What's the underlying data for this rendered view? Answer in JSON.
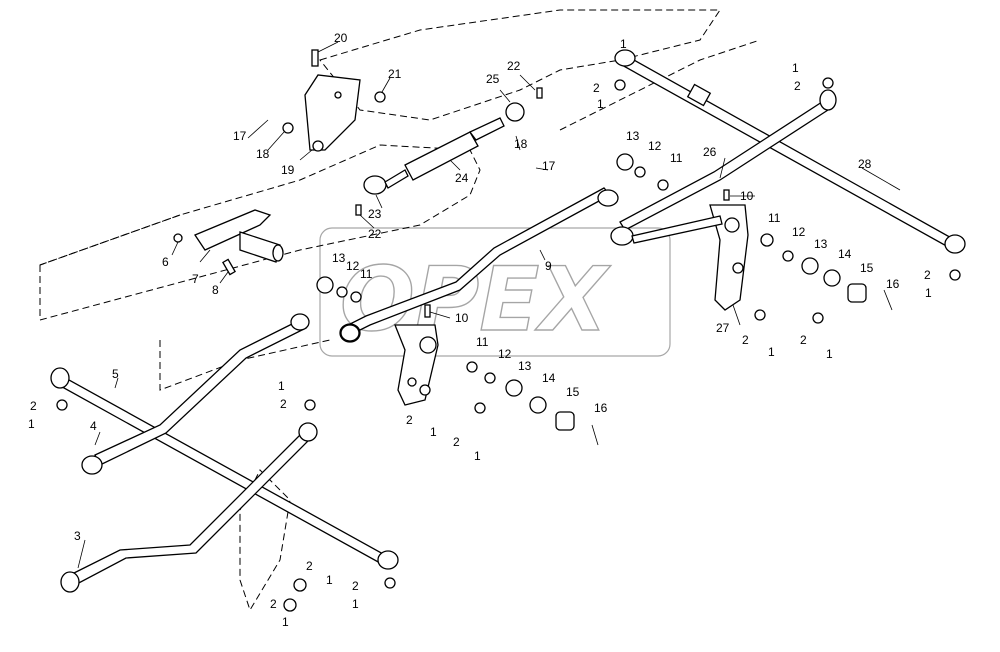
{
  "watermark": {
    "text": "OPEX"
  },
  "part_numbers": [
    "1",
    "2",
    "3",
    "4",
    "5",
    "6",
    "7",
    "8",
    "9",
    "10",
    "11",
    "12",
    "13",
    "14",
    "15",
    "16",
    "17",
    "18",
    "19",
    "20",
    "21",
    "22",
    "23",
    "24",
    "25",
    "26",
    "27",
    "28"
  ]
}
